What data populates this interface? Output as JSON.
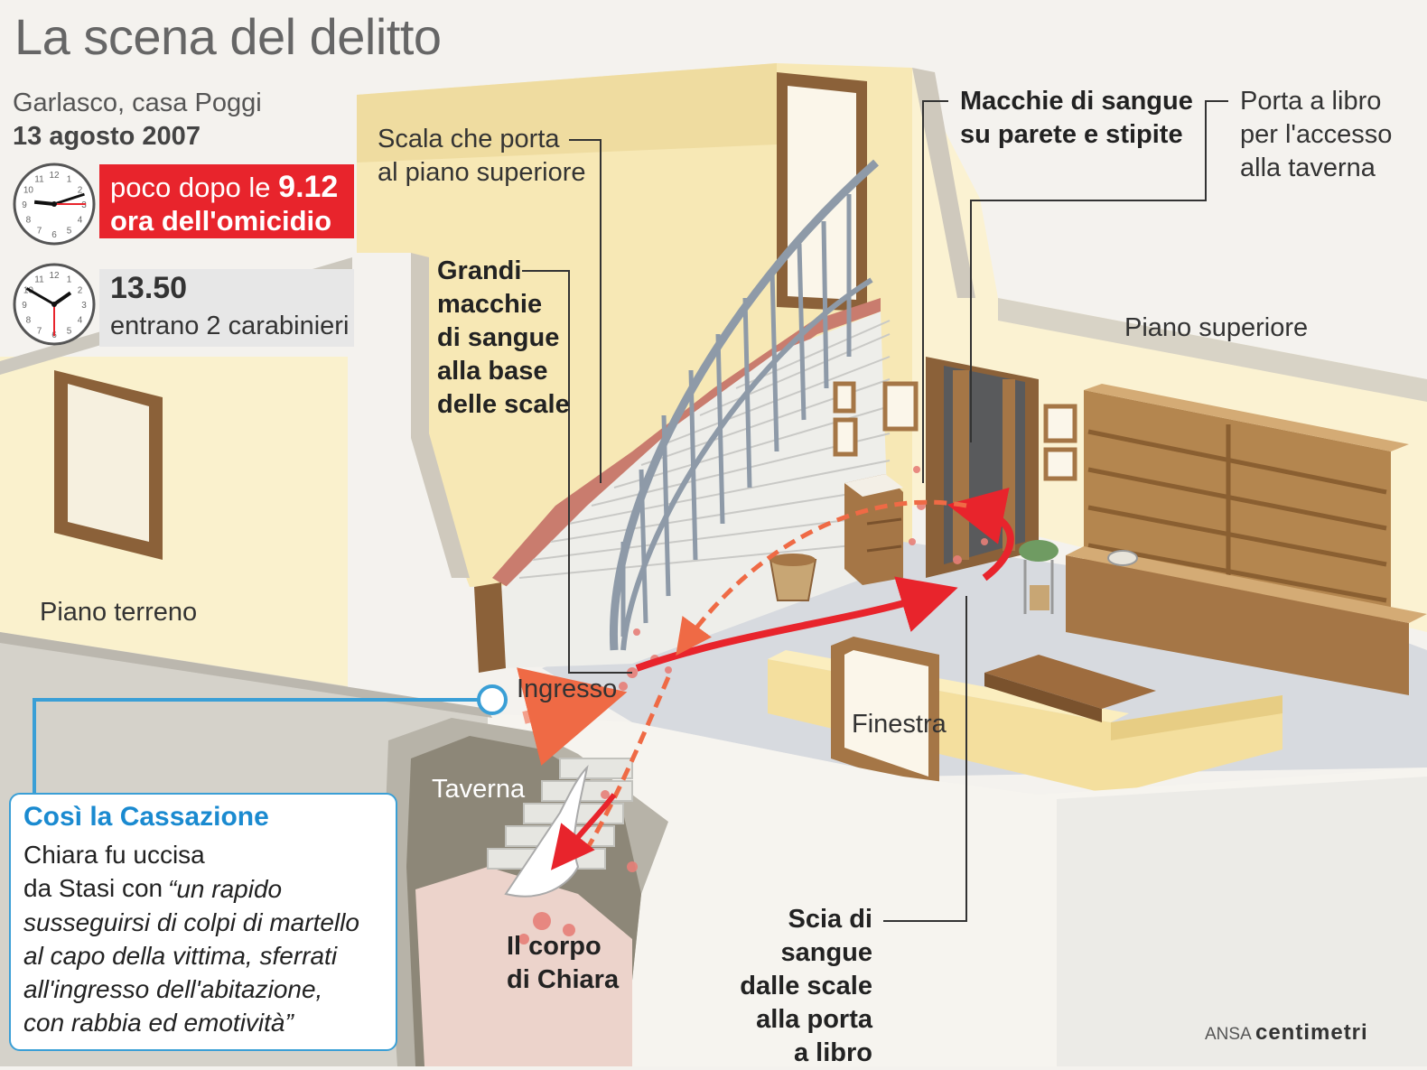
{
  "header": {
    "title": "La scena del delitto",
    "place": "Garlasco, casa Poggi",
    "date": "13 agosto 2007"
  },
  "timeline": [
    {
      "prefix": "poco dopo le ",
      "time": "9.12",
      "desc": "ora dell'omicidio",
      "clock_hour": 9,
      "clock_minute": 12,
      "color": "#e8242c"
    },
    {
      "time": "13.50",
      "desc": "entrano 2 carabinieri",
      "clock_hour": 13,
      "clock_minute": 50,
      "color": "#e7e7e7"
    }
  ],
  "labels": {
    "stairs": "Scala che porta\nal piano superiore",
    "big_stains": "Grandi\nmacchie\ndi sangue\nalla base\ndelle scale",
    "wall_stains": "Macchie di sangue\nsu parete e stipite",
    "book_door": "Porta a libro\nper l'accesso\nalla taverna",
    "upper_floor": "Piano superiore",
    "ground_floor": "Piano terreno",
    "entrance": "Ingresso",
    "window": "Finestra",
    "tavern": "Taverna",
    "body": "Il corpo\ndi Chiara",
    "trail": "Scia di sangue\ndalle scale\nalla porta\na libro"
  },
  "cassazione": {
    "title": "Così la Cassazione",
    "body": "Chiara fu uccisa\nda Stasi con",
    "quote": "“un rapido\nsusseguirsi di colpi di martello\nal capo della vittima, sferrati\nall'ingresso dell'abitazione,\ncon rabbia ed emotività”"
  },
  "credit": {
    "agency": "ANSA",
    "brand": "centimetri"
  },
  "colors": {
    "accent_red": "#e8242c",
    "accent_blue": "#1a8ad0",
    "wall": "#fbf3d2",
    "floor": "#d7dadf"
  }
}
